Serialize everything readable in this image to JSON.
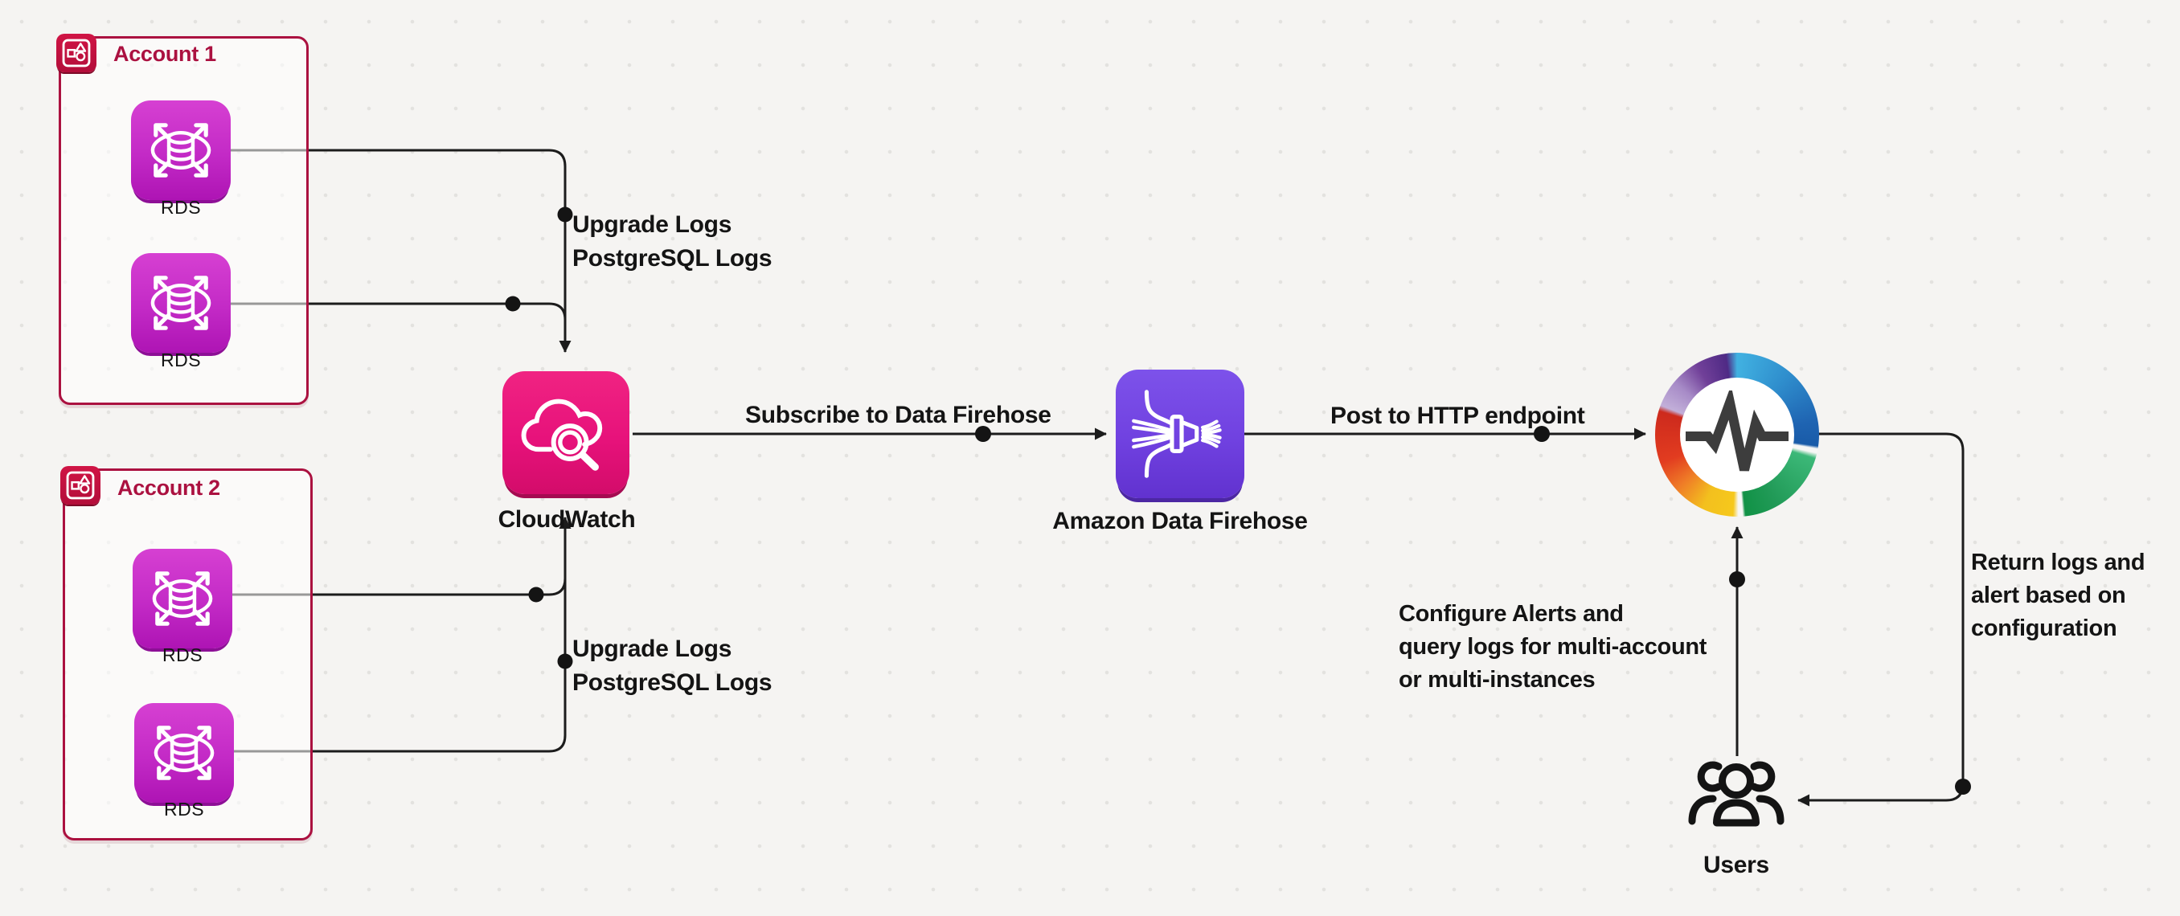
{
  "colors": {
    "background": "#f5f4f2",
    "account_border": "#ab1140",
    "rds_icon": "#c32ac6",
    "cloudwatch_icon": "#e7127b",
    "firehose_icon": "#7041e0",
    "edge": "#1c1c1c",
    "text": "#141414",
    "ring_segments": [
      "#41b1e1",
      "#195ba8",
      "#219a57",
      "#f3c01e",
      "#ef7c27",
      "#e23c20",
      "#c2afd9",
      "#4f2a85"
    ]
  },
  "icons": {
    "account_badge": "organizations-account-icon",
    "rds": "rds-database-icon",
    "cloudwatch": "cloudwatch-cloud-magnifier-icon",
    "firehose": "firehose-funnel-icon",
    "observability": "multicolor-ring-pulse-logo",
    "users": "users-group-icon"
  },
  "accounts": [
    {
      "title": "Account 1",
      "instances": [
        {
          "label": "RDS"
        },
        {
          "label": "RDS"
        }
      ]
    },
    {
      "title": "Account 2",
      "instances": [
        {
          "label": "RDS"
        },
        {
          "label": "RDS"
        }
      ]
    }
  ],
  "nodes": {
    "cloudwatch": {
      "label": "CloudWatch"
    },
    "firehose": {
      "label": "Amazon Data Firehose"
    },
    "users": {
      "label": "Users"
    }
  },
  "edge_labels": {
    "upgrade_top": [
      "Upgrade Logs",
      "PostgreSQL Logs"
    ],
    "upgrade_bottom": [
      "Upgrade Logs",
      "PostgreSQL Logs"
    ],
    "subscribe": "Subscribe to Data Firehose",
    "post_http": "Post to HTTP endpoint",
    "configure": [
      "Configure Alerts and",
      "query logs for multi-account",
      "or multi-instances"
    ],
    "return": [
      "Return logs and",
      "alert based on",
      "configuration"
    ]
  }
}
